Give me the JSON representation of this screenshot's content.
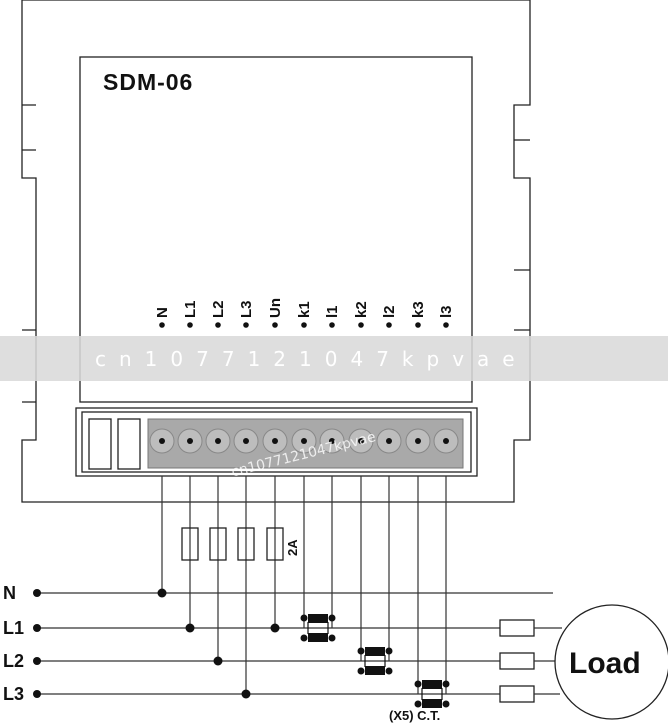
{
  "device": {
    "model": "SDM-06"
  },
  "terminals": [
    "N",
    "L1",
    "L2",
    "L3",
    "Un",
    "k1",
    "l1",
    "k2",
    "l2",
    "k3",
    "l3"
  ],
  "lines": [
    "N",
    "L1",
    "L2",
    "L3"
  ],
  "fuse_label": "2A",
  "ct_label": "(X5) C.T.",
  "load_label": "Load",
  "watermark": "cn1077121047kpvae",
  "watermark_overlay": "cn1077121047kpvae"
}
